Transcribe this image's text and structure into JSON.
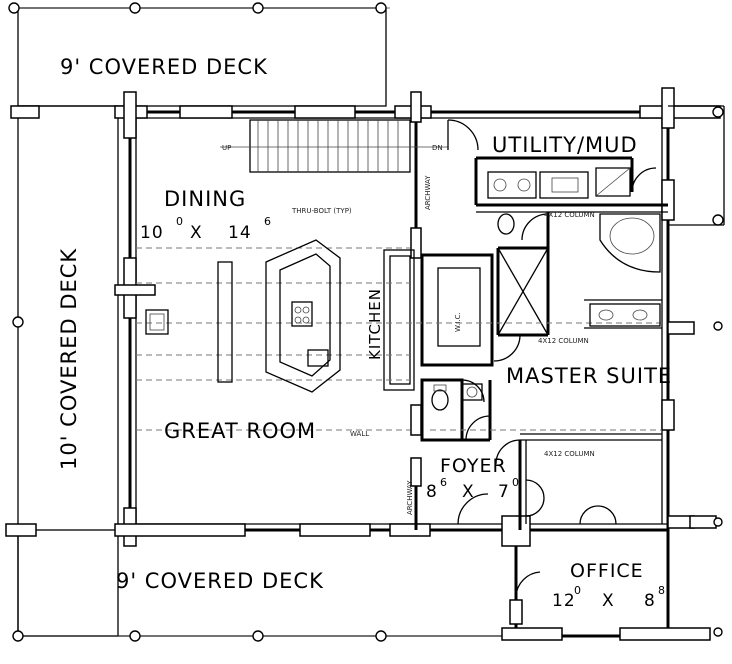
{
  "rooms": {
    "deck_top": "9' COVERED DECK",
    "deck_left": "10' COVERED DECK",
    "deck_bottom": "9' COVERED DECK",
    "dining": "DINING",
    "dining_dim_a": "10",
    "dining_dim_a_sup": "0",
    "dining_dim_x": "X",
    "dining_dim_b": "14",
    "dining_dim_b_sup": "6",
    "utility": "UTILITY/MUD",
    "kitchen": "KITCHEN",
    "master": "MASTER SUITE",
    "great_room": "GREAT ROOM",
    "foyer": "FOYER",
    "foyer_dim_a": "8",
    "foyer_dim_a_sup": "6",
    "foyer_dim_x": "X",
    "foyer_dim_b": "7",
    "foyer_dim_b_sup": "0",
    "office": "OFFICE",
    "office_dim_a": "12",
    "office_dim_a_sup": "0",
    "office_dim_x": "X",
    "office_dim_b": "8",
    "office_dim_b_sup": "8"
  },
  "notes": {
    "up": "UP",
    "dn": "DN",
    "thru_bolt": "THRU-BOLT (TYP)",
    "archway": "ARCHWAY",
    "column": "4X12 COLUMN",
    "wic": "W.I.C.",
    "wall": "WALL"
  }
}
